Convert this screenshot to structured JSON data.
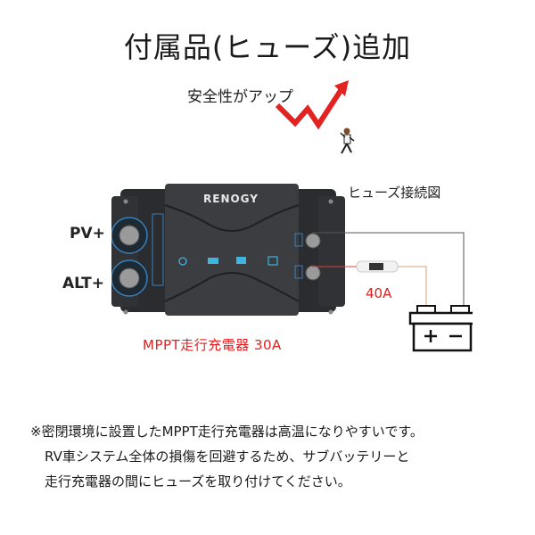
{
  "header": {
    "title": "付属品(ヒューズ)追加",
    "subtitle": "安全性がアップ"
  },
  "device": {
    "brand": "RENOGY",
    "terminals": {
      "pv": "PV+",
      "alt": "ALT+"
    },
    "product_name": "MPPT走行充電器 30A",
    "indicators": [
      "solar-icon",
      "vehicle-icon",
      "battery-icon",
      "check-icon"
    ]
  },
  "diagram": {
    "title": "ヒューズ接続図",
    "fuse_rating": "40A",
    "battery_symbols": "+ −"
  },
  "note": {
    "line1": "※密閉環境に設置したMPPT走行充電器は高温になりやすいです。",
    "line2": "RV車システム全体の損傷を回避するため、サブバッテリーと",
    "line3": "走行充電器の間にヒューズを取り付けてください。"
  },
  "colors": {
    "accent_red": "#e02020",
    "device_body": "#2e3033",
    "indicator_blue": "#3fb4e0"
  }
}
